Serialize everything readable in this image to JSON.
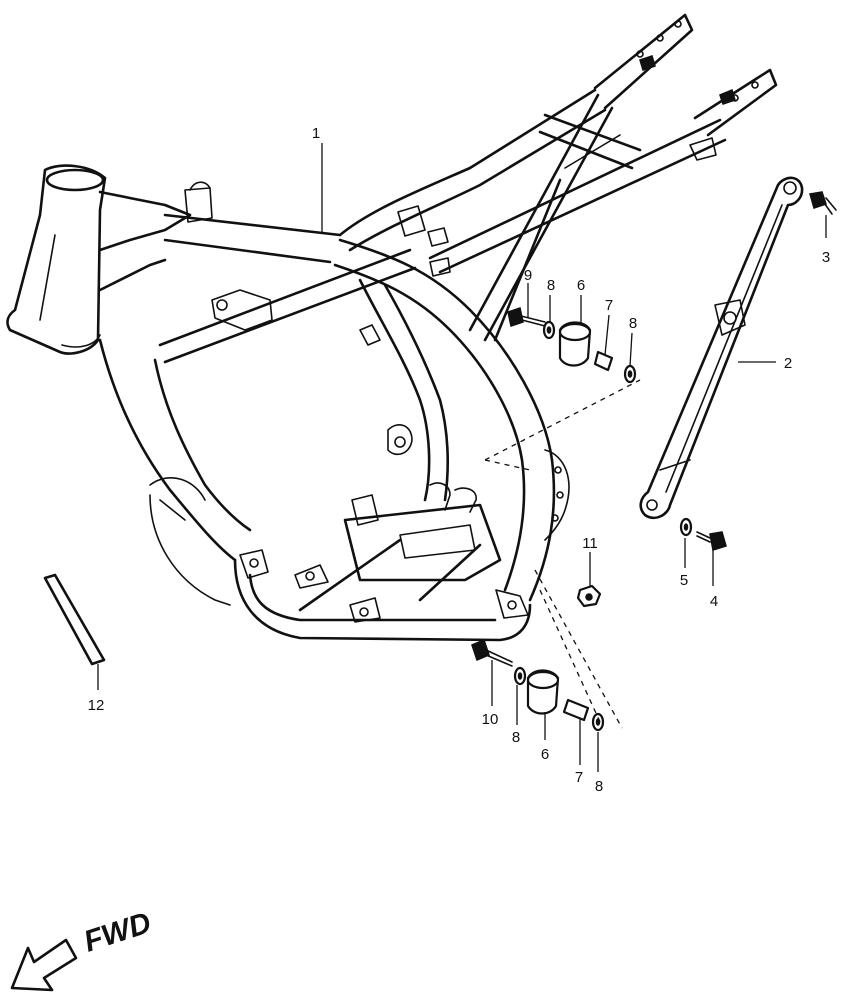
{
  "callouts": [
    {
      "id": "frame",
      "label": "1"
    },
    {
      "id": "rear-frame-brace",
      "label": "2"
    },
    {
      "id": "bolt-top",
      "label": "3"
    },
    {
      "id": "bolt-bottom",
      "label": "4"
    },
    {
      "id": "washer-5",
      "label": "5"
    },
    {
      "id": "cushion-upper",
      "label": "6"
    },
    {
      "id": "cushion-lower",
      "label": "6"
    },
    {
      "id": "collar-upper",
      "label": "7"
    },
    {
      "id": "collar-lower",
      "label": "7"
    },
    {
      "id": "washer-8a",
      "label": "8"
    },
    {
      "id": "washer-8b",
      "label": "8"
    },
    {
      "id": "washer-8c",
      "label": "8"
    },
    {
      "id": "washer-8d",
      "label": "8"
    },
    {
      "id": "bolt-9",
      "label": "9"
    },
    {
      "id": "bolt-10",
      "label": "10"
    },
    {
      "id": "nut-11",
      "label": "11"
    },
    {
      "id": "plate-12",
      "label": "12"
    }
  ],
  "direction": {
    "label": "FWD",
    "icon": "fwd-arrow-icon"
  },
  "colors": {
    "ink": "#111111",
    "paper": "#ffffff"
  }
}
